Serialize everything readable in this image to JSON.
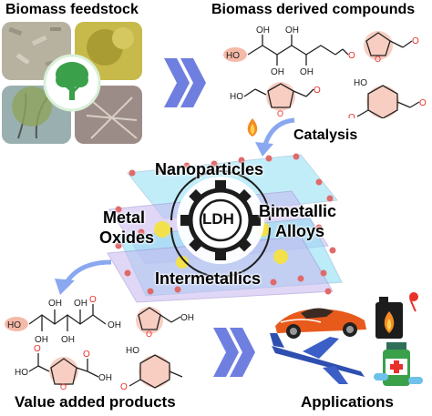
{
  "titles": {
    "feedstock": "Biomass feedstock",
    "derived": "Biomass derived compounds",
    "value_added": "Value added products",
    "applications": "Applications"
  },
  "catalysis_label": "Catalysis",
  "ldh": {
    "center": "LDH",
    "nanoparticles": "Nanoparticles",
    "metal_oxides_line1": "Metal",
    "metal_oxides_line2": "Oxides",
    "bimetallic_line1": "Bimetallic",
    "bimetallic_line2": "Alloys",
    "intermetallics": "Intermetallics"
  },
  "atoms": {
    "OH": "OH",
    "HO": "HO",
    "O": "O"
  },
  "colors": {
    "chevron": "#6f7fe0",
    "oxygen_red": "#e8312a",
    "ring_highlight": "#f5b9a8",
    "lattice_blue": "#8fe0f5",
    "lattice_purple": "#c8b8f0",
    "node_red": "#e06a6a",
    "gold": "#f2e14a",
    "tree_green": "#3aa04a",
    "arrow_blue": "#8aa8ef"
  },
  "icons": [
    "tree-icon",
    "flame-icon",
    "race-car-icon",
    "fuel-can-icon",
    "airplane-icon",
    "medicine-bottle-icon"
  ]
}
